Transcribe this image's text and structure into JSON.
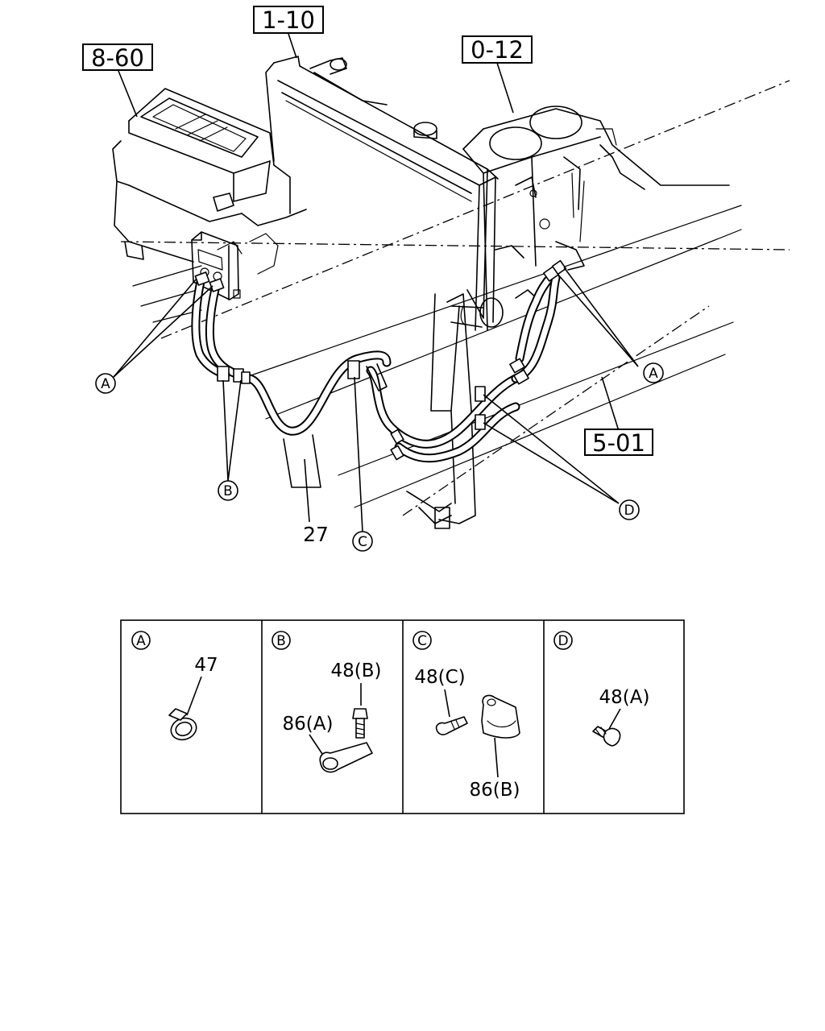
{
  "refs": {
    "r810": "8-60",
    "r110": "1-10",
    "r012": "0-12",
    "r501": "5-01"
  },
  "parts": {
    "p27": "27"
  },
  "callouts": {
    "a": "A",
    "b": "B",
    "c": "C",
    "d": "D"
  },
  "details": {
    "a": {
      "letter": "A",
      "part": "47"
    },
    "b": {
      "letter": "B",
      "part_bolt": "48(B)",
      "part_clip": "86(A)"
    },
    "c": {
      "letter": "C",
      "part_bolt": "48(C)",
      "part_clip": "86(B)"
    },
    "d": {
      "letter": "D",
      "part_bolt": "48(A)"
    }
  }
}
